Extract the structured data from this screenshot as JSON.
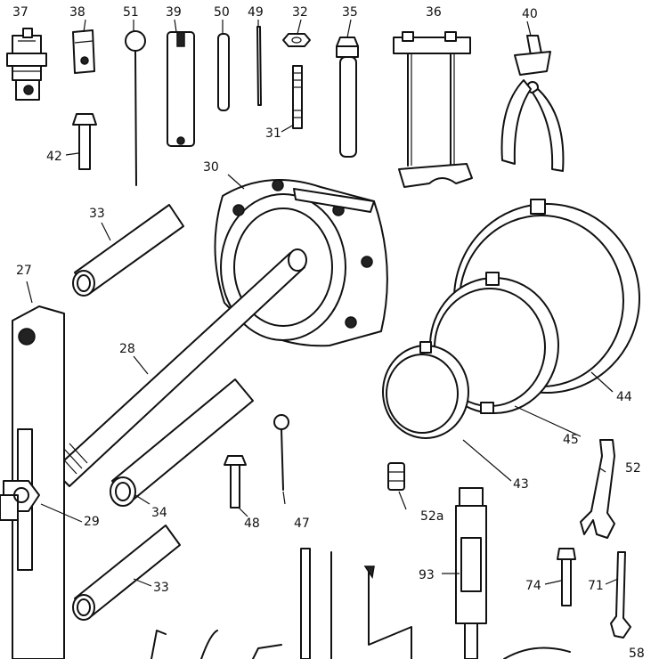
{
  "labels": {
    "l37": "37",
    "l38": "38",
    "l51": "51",
    "l39": "39",
    "l50": "50",
    "l49": "49",
    "l32": "32",
    "l35": "35",
    "l36": "36",
    "l40": "40",
    "l42": "42",
    "l31": "31",
    "l30": "30",
    "l33a": "33",
    "l27": "27",
    "l28": "28",
    "l44": "44",
    "l45": "45",
    "l43": "43",
    "l52": "52",
    "l52a": "52a",
    "l47": "47",
    "l48": "48",
    "l34": "34",
    "l29": "29",
    "l93": "93",
    "l74": "74",
    "l71": "71",
    "l33b": "33",
    "l58": "58"
  }
}
